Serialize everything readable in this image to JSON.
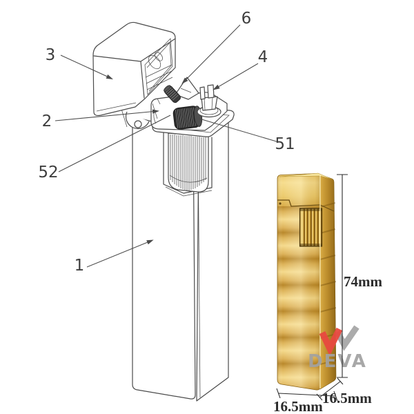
{
  "figure": {
    "description": "Exploded patent-style line drawing of a flip-top lighter",
    "part_labels": [
      "3",
      "2",
      "52",
      "1",
      "6",
      "4",
      "51"
    ]
  },
  "product": {
    "brand": "DEVA",
    "dim_height": "74mm",
    "dim_width": "16.5mm",
    "dim_depth": "16.5mm"
  },
  "colors": {
    "line": "#4a4a4a",
    "label_text": "#3e3e3e",
    "dim_text": "#2b2b2b",
    "gold_light": "#f6dd8e",
    "gold_mid": "#e2b34a",
    "gold_dark": "#a77c1e",
    "gold_side": "#c1922d",
    "logo_red": "#e8493f",
    "logo_gray": "#a2a2a2"
  }
}
